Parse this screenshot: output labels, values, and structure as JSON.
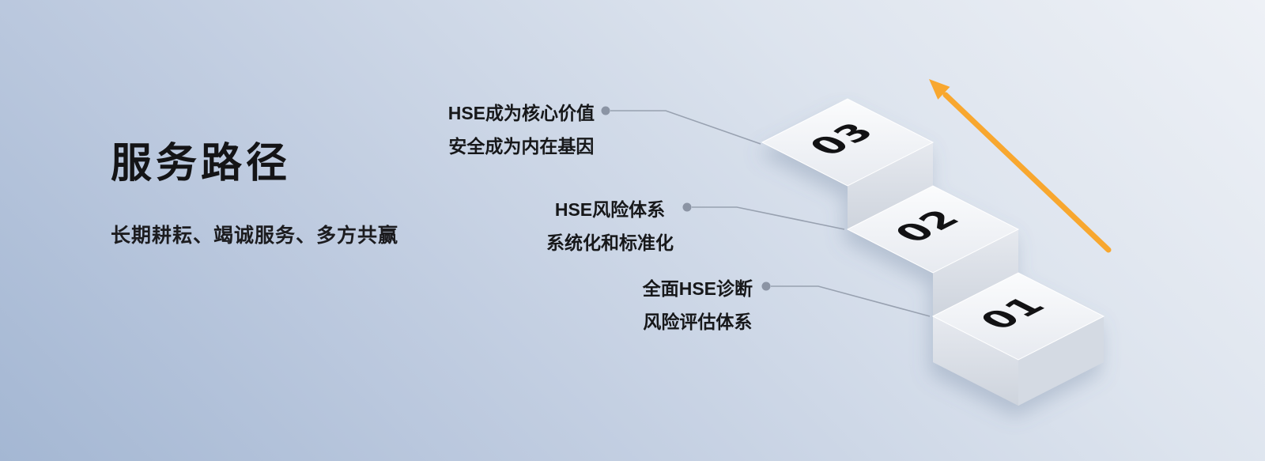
{
  "page": {
    "title": "服务路径",
    "subtitle": "长期耕耘、竭诚服务、多方共赢"
  },
  "steps": [
    {
      "number": "03",
      "label_line1": "HSE成为核心价值",
      "label_line2": "安全成为内在基因"
    },
    {
      "number": "02",
      "label_line1": "HSE风险体系",
      "label_line2": "系统化和标准化"
    },
    {
      "number": "01",
      "label_line1": "全面HSE诊断",
      "label_line2": "风险评估体系"
    }
  ],
  "colors": {
    "background_light": "#eef1f6",
    "background_dark": "#a4b7d3",
    "step_top_face": "#f8fafc",
    "step_side_face": "#d6dbe4",
    "arrow": "#f8a72f",
    "connector_line": "#98a1b0",
    "connector_dot": "#8b94a4",
    "text": "#17181a"
  }
}
